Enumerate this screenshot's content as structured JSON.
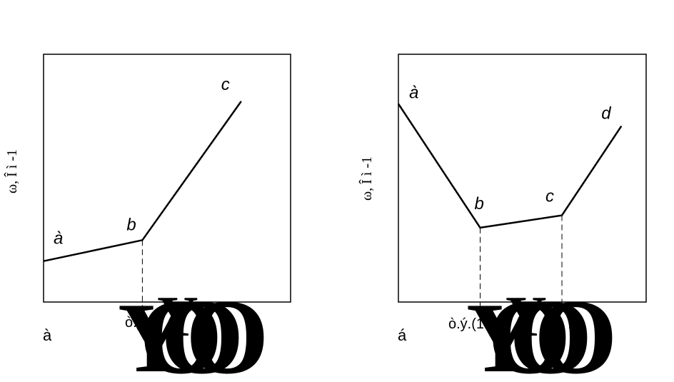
{
  "chart_data": [
    {
      "type": "line",
      "panel_label": "à",
      "ylabel": "ω, Î ì -1",
      "xlabel": "",
      "x_marker_label": "ò.ý.",
      "xlim": [
        0,
        10
      ],
      "ylim": [
        0,
        10
      ],
      "series": [
        {
          "points": [
            {
              "x": 0,
              "y": 1.65,
              "label": "à"
            },
            {
              "x": 4.0,
              "y": 2.5,
              "label": "b"
            },
            {
              "x": 8.0,
              "y": 8.1,
              "label": "c"
            }
          ]
        }
      ],
      "dashed_drop_points": [
        "b"
      ]
    },
    {
      "type": "line",
      "panel_label": "á",
      "ylabel": "ω, Î ì -1",
      "xlabel": "",
      "x_marker_label": "ò.ý.(1",
      "x_marker_label_2": "2)",
      "xlim": [
        0,
        10
      ],
      "ylim": [
        0,
        10
      ],
      "series": [
        {
          "points": [
            {
              "x": 0,
              "y": 8.0,
              "label": "à"
            },
            {
              "x": 3.3,
              "y": 3.0,
              "label": "b"
            },
            {
              "x": 6.6,
              "y": 3.5,
              "label": "c"
            },
            {
              "x": 9.0,
              "y": 7.1,
              "label": "d"
            }
          ]
        }
      ],
      "dashed_drop_points": [
        "b",
        "c"
      ]
    }
  ],
  "colors": {
    "line": "#000000",
    "background": "#ffffff"
  },
  "artifact": {
    "glyph": "Y",
    "glyph2": "O"
  }
}
